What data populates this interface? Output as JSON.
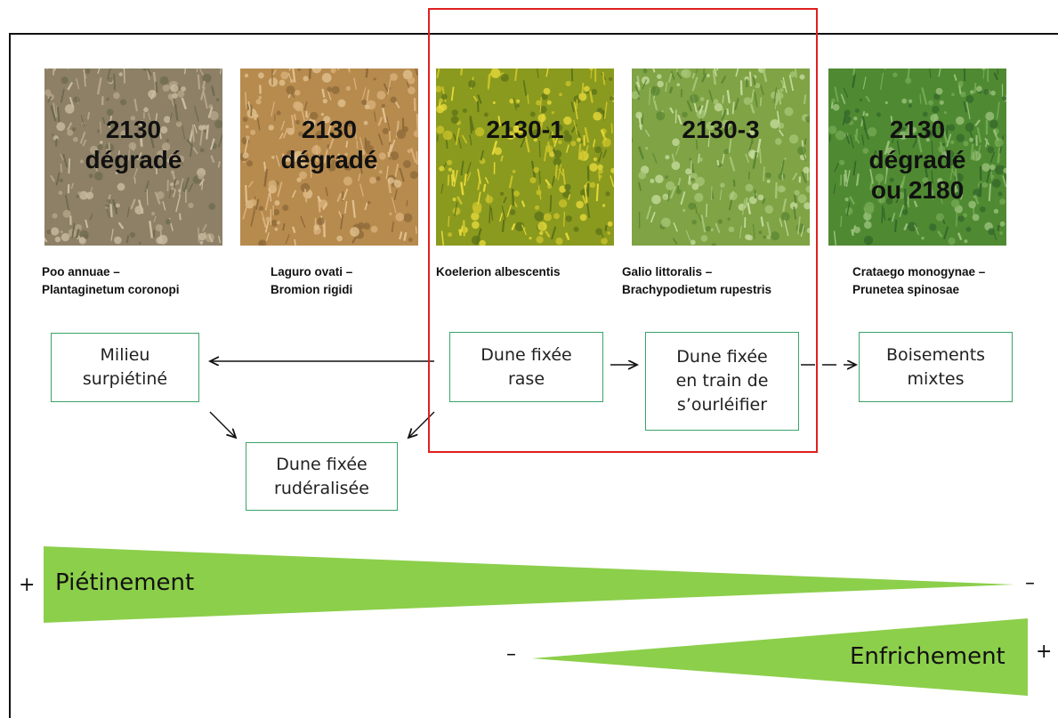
{
  "habitats": [
    {
      "code": "2130\ndégradé",
      "caption": "Poo annuae –\nPlantaginetum coronopi",
      "colors": [
        "#8d8066",
        "#b5a58a",
        "#6f6b50",
        "#c9bca0"
      ]
    },
    {
      "code": "2130\ndégradé",
      "caption": "Laguro ovati –\nBromion rigidi",
      "colors": [
        "#b78a4e",
        "#d8b07a",
        "#8f6a3a",
        "#e0c08e"
      ]
    },
    {
      "code": "2130-1",
      "caption": "Koelerion albescentis",
      "colors": [
        "#8a9a1e",
        "#c9c22a",
        "#5e7418",
        "#e6d83a"
      ]
    },
    {
      "code": "2130-3",
      "caption": "Galio littoralis –\nBrachypodietum rupestris",
      "colors": [
        "#7fa345",
        "#a6c476",
        "#5c8733",
        "#c4d99a"
      ]
    },
    {
      "code": "2130\ndégradé\nou 2180",
      "caption": "Crataego monogynae –\nPrunetea spinosae",
      "colors": [
        "#4f8a32",
        "#74a853",
        "#35692a",
        "#98c07a"
      ]
    }
  ],
  "boxes": {
    "milieu": "Milieu\nsurpiétiné",
    "rase": "Dune fixée\nrase",
    "ourleifier": "Dune fixée\nen train de\ns’ourléifier",
    "boisements": "Boisements\nmixtes",
    "ruderalisee": "Dune fixée\nrudéralisée"
  },
  "gradients": {
    "pietinement": {
      "label": "Piétinement",
      "left_sign": "+",
      "right_sign": "–"
    },
    "enfrichement": {
      "label": "Enfrichement",
      "left_sign": "–",
      "right_sign": "+"
    }
  },
  "colors": {
    "wedge": "#8ccf4b",
    "box_border": "#3aa36a",
    "highlight": "#e02020"
  }
}
